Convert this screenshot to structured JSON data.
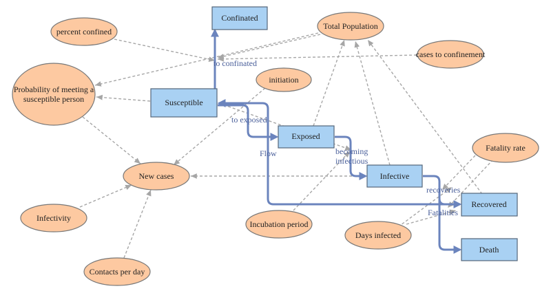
{
  "colors": {
    "stock_fill": "#a9d1f3",
    "aux_fill": "#fdc9a1",
    "flow": "#6b84bd",
    "link": "#a6a6a6"
  },
  "stocks": {
    "confinated": "Confinated",
    "susceptible": "Susceptible",
    "exposed": "Exposed",
    "infective": "Infective",
    "recovered": "Recovered",
    "death": "Death"
  },
  "auxiliaries": {
    "percent_confined": "percent confined",
    "total_population": "Total Population",
    "cases_to_confinement": "cases to confinement",
    "probability_line1": "Probability of meeting a",
    "probability_line2": "susceptible person",
    "initiation": "initiation",
    "fatality_rate": "Fatality rate",
    "new_cases": "New cases",
    "infectivity": "Infectivity",
    "incubation_period": "Incubation period",
    "days_infected": "Days infected",
    "contacts_per_day": "Contacts per day"
  },
  "flows": {
    "to_confinated": "to confinated",
    "to_exposed": "to exposed",
    "flow": "Flow",
    "becoming_line1": "becoming",
    "becoming_line2": "infectious",
    "recoveries": "recoveries",
    "fatalities": "Fatalities"
  }
}
